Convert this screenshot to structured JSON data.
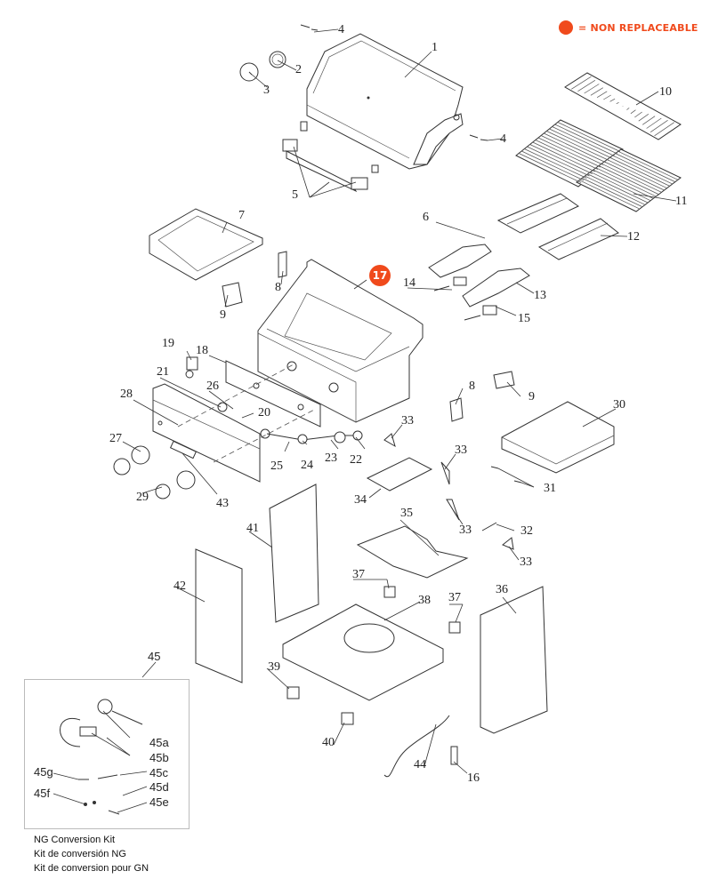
{
  "legend": {
    "text": "= NON REPLACEABLE",
    "color": "#f04a1c"
  },
  "non_replaceable_badge": {
    "label": "17",
    "color": "#f04a1c"
  },
  "callouts": {
    "p1": "1",
    "p2": "2",
    "p3": "3",
    "p4a": "4",
    "p4b": "4",
    "p5": "5",
    "p6": "6",
    "p7": "7",
    "p8a": "8",
    "p8b": "8",
    "p9a": "9",
    "p9b": "9",
    "p10": "10",
    "p11": "11",
    "p12": "12",
    "p13": "13",
    "p14": "14",
    "p15": "15",
    "p16": "16",
    "p18": "18",
    "p19": "19",
    "p20": "20",
    "p21": "21",
    "p22": "22",
    "p23": "23",
    "p24": "24",
    "p25": "25",
    "p26": "26",
    "p27": "27",
    "p28": "28",
    "p29": "29",
    "p30": "30",
    "p31": "31",
    "p32": "32",
    "p33a": "33",
    "p33b": "33",
    "p33c": "33",
    "p33d": "33",
    "p34": "34",
    "p35": "35",
    "p36": "36",
    "p37a": "37",
    "p37b": "37",
    "p38": "38",
    "p39": "39",
    "p40": "40",
    "p41": "41",
    "p42": "42",
    "p43": "43",
    "p44": "44"
  },
  "conversion_kit": {
    "number": "45",
    "parts": {
      "a": "45a",
      "b": "45b",
      "c": "45c",
      "d": "45d",
      "e": "45e",
      "f": "45f",
      "g": "45g"
    },
    "captions": [
      "NG Conversion Kit",
      "Kit de conversión NG",
      "Kit de conversion pour GN"
    ]
  }
}
